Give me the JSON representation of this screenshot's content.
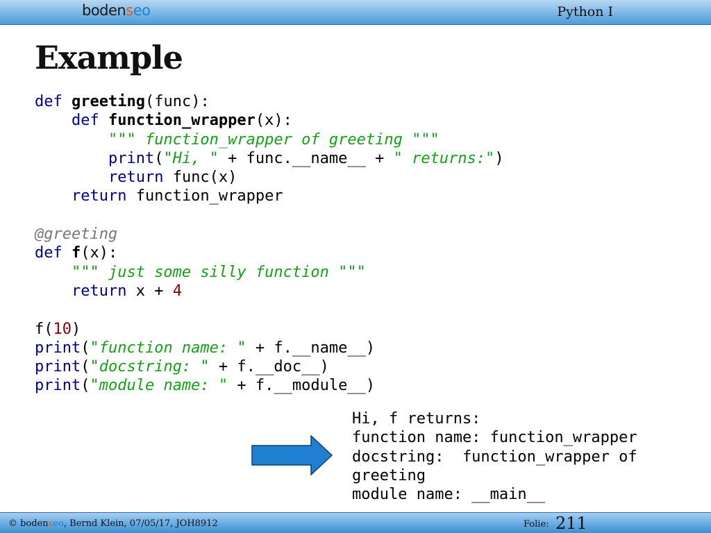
{
  "header": {
    "brand_part1": "boden",
    "brand_part2": "s",
    "brand_part3": "eo",
    "course": "Python I"
  },
  "slide": {
    "title": "Example"
  },
  "code_lines": [
    [
      {
        "t": "def",
        "c": "kw"
      },
      {
        "t": " "
      },
      {
        "t": "greeting",
        "c": "nm"
      },
      {
        "t": "(func):"
      }
    ],
    [
      {
        "t": "    "
      },
      {
        "t": "def",
        "c": "kw"
      },
      {
        "t": " "
      },
      {
        "t": "function_wrapper",
        "c": "nm"
      },
      {
        "t": "(x):"
      }
    ],
    [
      {
        "t": "        "
      },
      {
        "t": "\"\"\" function_wrapper of greeting \"\"\"",
        "c": "st"
      }
    ],
    [
      {
        "t": "        "
      },
      {
        "t": "print",
        "c": "kw"
      },
      {
        "t": "("
      },
      {
        "t": "\"Hi, \"",
        "c": "st"
      },
      {
        "t": " + func.__name__ + "
      },
      {
        "t": "\" returns:\"",
        "c": "st"
      },
      {
        "t": ")"
      }
    ],
    [
      {
        "t": "        "
      },
      {
        "t": "return",
        "c": "kw"
      },
      {
        "t": " func(x)"
      }
    ],
    [
      {
        "t": "    "
      },
      {
        "t": "return",
        "c": "kw"
      },
      {
        "t": " function_wrapper"
      }
    ],
    [
      {
        "t": ""
      }
    ],
    [
      {
        "t": "@greeting",
        "c": "dec"
      }
    ],
    [
      {
        "t": "def",
        "c": "kw"
      },
      {
        "t": " "
      },
      {
        "t": "f",
        "c": "nm"
      },
      {
        "t": "(x):"
      }
    ],
    [
      {
        "t": "    "
      },
      {
        "t": "\"\"\" just some silly function \"\"\"",
        "c": "st"
      }
    ],
    [
      {
        "t": "    "
      },
      {
        "t": "return",
        "c": "kw"
      },
      {
        "t": " x + "
      },
      {
        "t": "4",
        "c": "num"
      }
    ],
    [
      {
        "t": ""
      }
    ],
    [
      {
        "t": "f("
      },
      {
        "t": "10",
        "c": "num"
      },
      {
        "t": ")"
      }
    ],
    [
      {
        "t": "print",
        "c": "kw"
      },
      {
        "t": "("
      },
      {
        "t": "\"function name: \"",
        "c": "st"
      },
      {
        "t": " + f.__name__)"
      }
    ],
    [
      {
        "t": "print",
        "c": "kw"
      },
      {
        "t": "("
      },
      {
        "t": "\"docstring: \"",
        "c": "st"
      },
      {
        "t": " + f.__doc__)"
      }
    ],
    [
      {
        "t": "print",
        "c": "kw"
      },
      {
        "t": "("
      },
      {
        "t": "\"module name: \"",
        "c": "st"
      },
      {
        "t": " + f.__module__)"
      }
    ]
  ],
  "output_lines": [
    "Hi, f returns:",
    "function name: function_wrapper",
    "docstring:  function_wrapper of",
    "greeting",
    "module name: __main__"
  ],
  "footer": {
    "copyright": "©",
    "brand_part1": "boden",
    "brand_part2": "s",
    "brand_part3": "eo",
    "author_date": ", Bernd Klein, 07/05/17, JOH8912",
    "folie_label": "Folie:",
    "slide_number": "211"
  },
  "colors": {
    "keyword": "#00008b",
    "string": "#14a114",
    "decorator": "#777777",
    "number": "#8b0000",
    "arrow": "#1f7fd0",
    "bar": "#4f9bd8"
  },
  "icons": {
    "arrow": "right-arrow-icon"
  }
}
